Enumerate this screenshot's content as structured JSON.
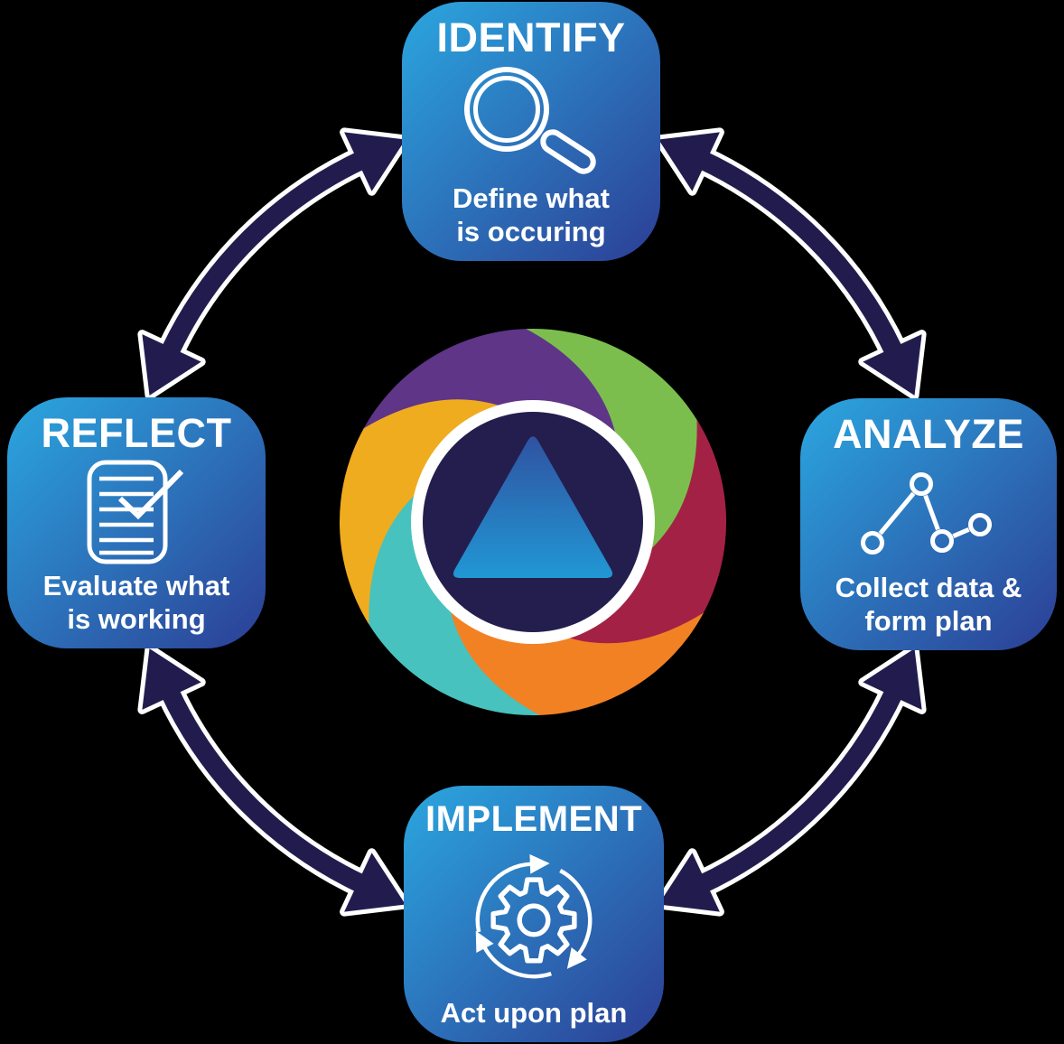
{
  "background_color": "#000000",
  "colors": {
    "box_gradient_start": "#2BA7E0",
    "box_gradient_end": "#2C3E95",
    "arrow": "#221C4E",
    "arrow_outline": "#FFFFFF",
    "icon_stroke": "#FFFFFF",
    "text": "#FFFFFF"
  },
  "stages": [
    {
      "id": "identify",
      "label": "IDENTIFY",
      "icon": "magnifier-icon",
      "desc_line1": "Define what",
      "desc_line2": "is occuring"
    },
    {
      "id": "analyze",
      "label": "ANALYZE",
      "icon": "line-chart-icon",
      "desc_line1": "Collect data &",
      "desc_line2": "form plan"
    },
    {
      "id": "implement",
      "label": "IMPLEMENT",
      "icon": "gear-cycle-icon",
      "desc_line1": "Act upon plan",
      "desc_line2": ""
    },
    {
      "id": "reflect",
      "label": "REFLECT",
      "icon": "document-check-icon",
      "desc_line1": "Evaluate what",
      "desc_line2": "is working"
    }
  ],
  "logo": {
    "segments": [
      {
        "name": "purple",
        "color": "#5F3587"
      },
      {
        "name": "green",
        "color": "#7CBE4E"
      },
      {
        "name": "crimson",
        "color": "#A42146"
      },
      {
        "name": "orange",
        "color": "#F28123"
      },
      {
        "name": "teal",
        "color": "#47C2BE"
      },
      {
        "name": "yellow",
        "color": "#F0AC1F"
      }
    ],
    "ring_color": "#FFFFFF",
    "core_color": "#241E4E",
    "triangle_gradient_top": "#30509F",
    "triangle_gradient_bottom": "#209BD7"
  }
}
